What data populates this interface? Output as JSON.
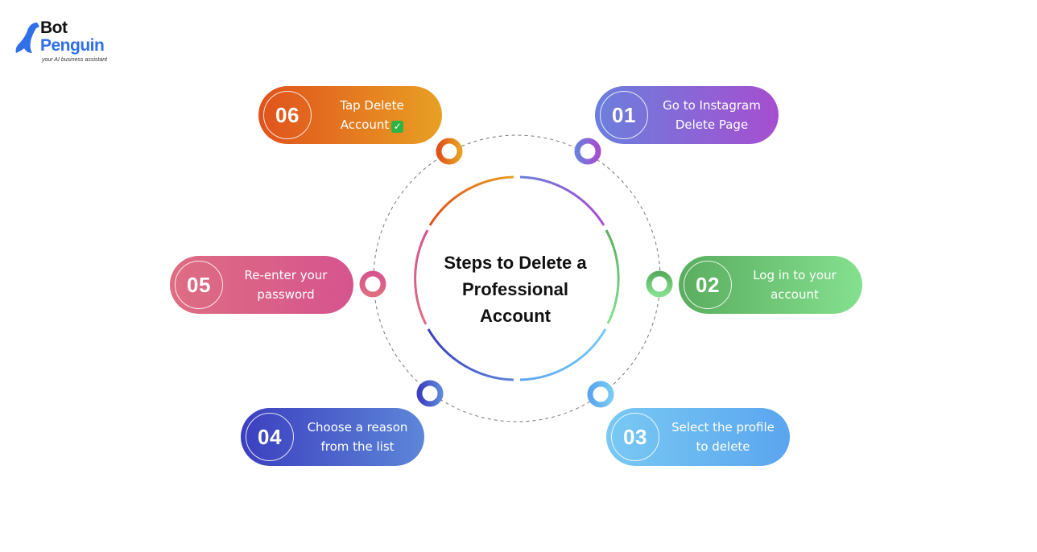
{
  "brand": {
    "name_line1": "Bot",
    "name_line2": "Penguin",
    "tagline": "your AI business assistant",
    "logo_icon": "penguin-icon",
    "color_primary": "#2f6fe8"
  },
  "diagram": {
    "title": "Steps to Delete a Professional Account",
    "title_lines": [
      "Steps to Delete a",
      "Professional",
      "Account"
    ],
    "steps": [
      {
        "number": "01",
        "label": "Go to Instagram Delete Page",
        "gradient": [
          "#6b7fdc",
          "#a64ed0"
        ]
      },
      {
        "number": "02",
        "label": "Log in to your account",
        "gradient": [
          "#5aad5e",
          "#84e08f"
        ]
      },
      {
        "number": "03",
        "label": "Select the profile to delete",
        "gradient": [
          "#79c9f3",
          "#5aa5ef"
        ]
      },
      {
        "number": "04",
        "label": "Choose a reason from the list",
        "gradient": [
          "#3c3fbf",
          "#5d86d8"
        ]
      },
      {
        "number": "05",
        "label": "Re-enter your password",
        "gradient": [
          "#de6d82",
          "#d6548e"
        ]
      },
      {
        "number": "06",
        "label": "Tap Delete Account",
        "gradient": [
          "#e0521c",
          "#e8a024"
        ],
        "badge_icon": "check-mark-icon"
      }
    ]
  }
}
